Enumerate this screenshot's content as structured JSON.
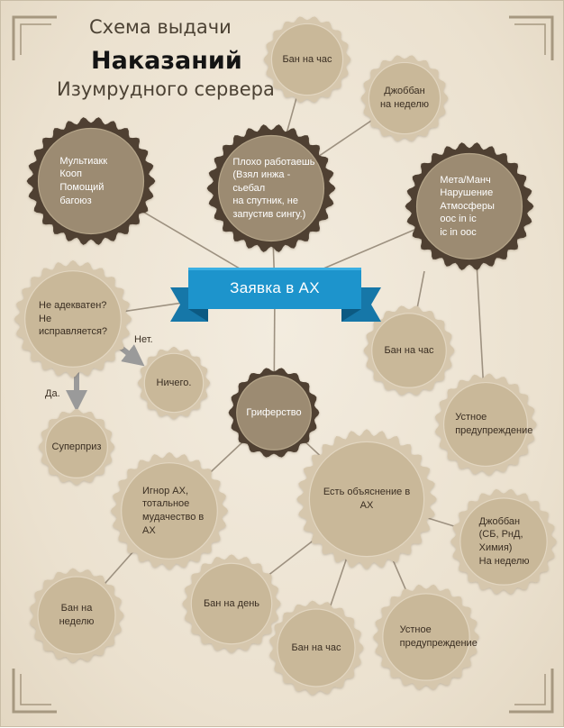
{
  "title": {
    "line1": "Схема выдачи",
    "line2": "Наказаний",
    "line3": "Изумрудного сервера"
  },
  "banner": {
    "label": "Заявка в АХ"
  },
  "colors": {
    "background": "#ece3d2",
    "dark_ring": "#4f4133",
    "dark_fill": "#9c8b72",
    "light_ring": "#d6c7ad",
    "light_fill": "#c9b899",
    "banner": "#1d94cc",
    "banner_dark": "#0c5a82",
    "connector": "#9d9180",
    "arrow": "#9a9a9a"
  },
  "nodes": {
    "ban_hour_top": "Бан на час",
    "jobban_week_top": "Джоббан\nна неделю",
    "multiacc": "Мультиакк\nКооп\nПомощий багоюз",
    "plokho": "Плохо работаешь\n(Взял инжа - сьебал\nна спутник, не\nзапустив сингу.)",
    "meta": "Мета/Манч\nНарушение\nАтмосферы\nooc in ic\nic in ooc",
    "ne_adekvaten": "Не адекватен?\nНе исправляется?",
    "nichego": "Ничего.",
    "griferstvo": "Гриферство",
    "ban_hour_right": "Бан на час",
    "oral_warning_right": "Устное\nпредупреждение",
    "superpriz": "Суперприз",
    "ignor": "Игнор АХ,\nтотальное\nмудачество в АХ",
    "explanation": "Есть объяснение в АХ",
    "jobban_week_right": "Джоббан\n(СБ, РнД, Химия)\nНа неделю",
    "ban_week_bottom": "Бан на неделю",
    "ban_day": "Бан на день",
    "ban_hour_bottom": "Бан на час",
    "oral_warning_bottom": "Устное\nпредупреждение"
  },
  "branch_labels": {
    "yes": "Да.",
    "no": "Нет."
  }
}
